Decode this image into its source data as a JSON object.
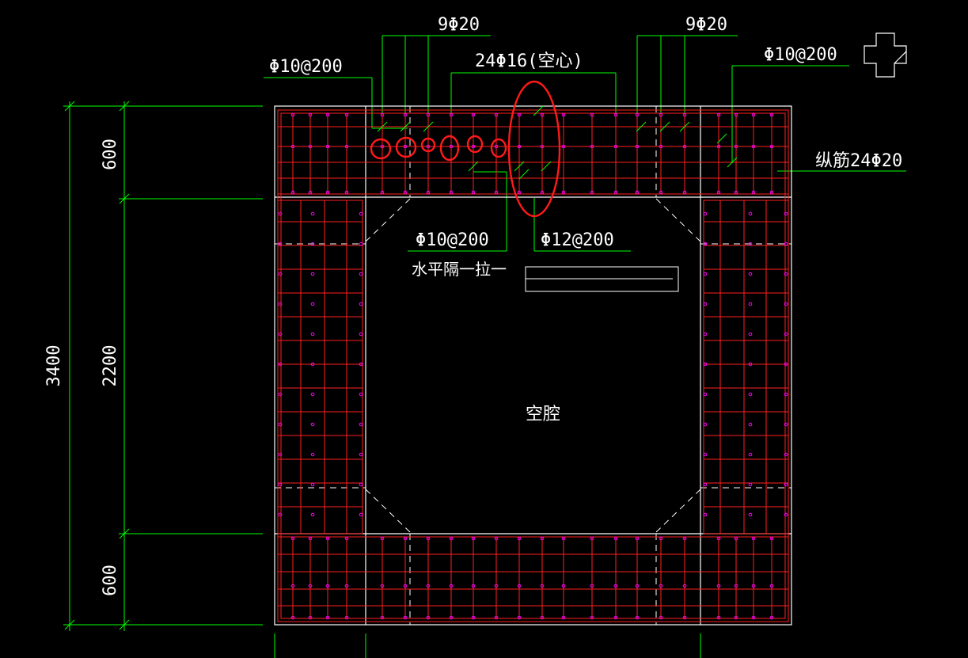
{
  "colors": {
    "background": "#000000",
    "outline": "#ffffff",
    "leader": "#00ff00",
    "rebar": "#ff2020",
    "bar_section": "#ff00ff",
    "stirrup": "#ff3030",
    "highlight": "#ff1a1a"
  },
  "dimensions": {
    "overall": "3400",
    "top": "600",
    "middle": "2200",
    "bottom": "600"
  },
  "labels": {
    "bars_left": "9Φ20",
    "bars_right": "9Φ20",
    "stirrup_left": "Φ10@200",
    "stirrup_right": "Φ10@200",
    "hollow_bars": "24Φ16(空心)",
    "longitudinal": "纵筋24Φ20",
    "tie_horizontal": "Φ10@200",
    "tie_note": "水平隔一拉一",
    "tie_vertical": "Φ12@200",
    "cavity": "空腔"
  },
  "icons": {
    "ucs": "ucs-cross-icon"
  }
}
